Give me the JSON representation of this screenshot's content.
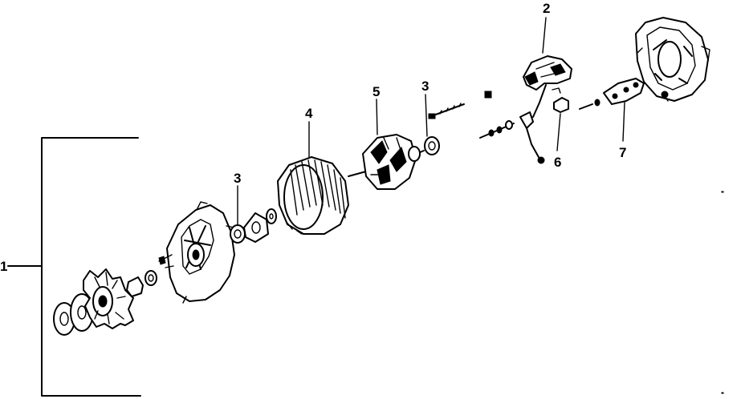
{
  "diagram": {
    "callouts": {
      "c1": "1",
      "c2": "2",
      "c3a": "3",
      "c3b": "3",
      "c4": "4",
      "c5": "5",
      "c6": "6",
      "c7": "7"
    }
  }
}
